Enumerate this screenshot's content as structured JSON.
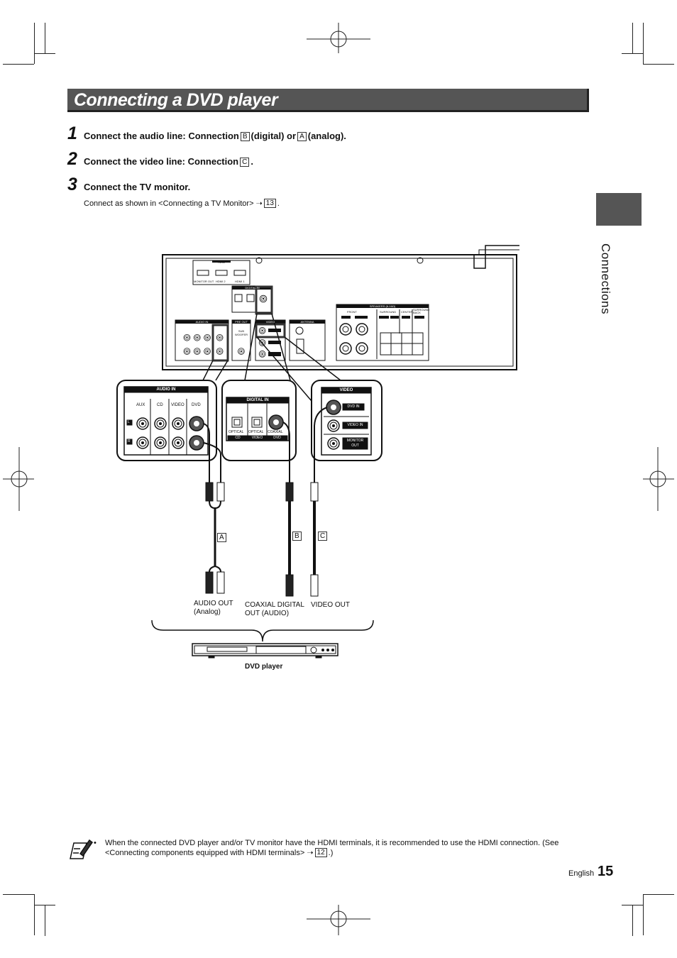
{
  "page": {
    "title": "Connecting a DVD player",
    "section_tab": "Connections",
    "footer_language": "English",
    "page_number": "15"
  },
  "steps": [
    {
      "num": "1",
      "text_a": "Connect the audio line: Connection",
      "ref_b": "B",
      "text_b": "(digital) or",
      "ref_a": "A",
      "text_c": "(analog)."
    },
    {
      "num": "2",
      "text_a": "Connect the video line: Connection",
      "ref_c": "C",
      "text_b": "."
    },
    {
      "num": "3",
      "text_a": "Connect the TV monitor.",
      "sub_a": "Connect as shown in <Connecting a TV Monitor>",
      "sub_ref": "13",
      "sub_end": "."
    }
  ],
  "diagram": {
    "receiver": {
      "hdmi": "HDMI",
      "monitor_out": "MONITOR OUT",
      "hdmi2": "HDMI 2",
      "hdmi1": "HDMI 1",
      "digital_in": "DIGITAL IN",
      "audio_in": "AUDIO IN",
      "pre_out": "PRE OUT",
      "sub_woofer": "SUB WOOFER",
      "video": "VIDEO",
      "antenna": "ANTENNA",
      "speakers": "SPEAKERS (6-16Ω)",
      "front": "FRONT",
      "surround": "SURROUND",
      "center": "CENTER",
      "surround_back": "SURROUND BACK"
    },
    "zoom_audio": {
      "header": "AUDIO IN",
      "cols": [
        "AUX",
        "CD",
        "VIDEO",
        "DVD"
      ],
      "row_l": "L",
      "row_r": "R"
    },
    "zoom_digital": {
      "header": "DIGITAL IN",
      "cols": [
        "OPTICAL",
        "OPTICAL",
        "COAXIAL"
      ],
      "subs": [
        "CD",
        "VIDEO",
        "DVD"
      ]
    },
    "zoom_video": {
      "header": "VIDEO",
      "jacks": [
        "DVD IN",
        "VIDEO IN",
        "MONITOR OUT"
      ]
    },
    "refs": [
      "A",
      "B",
      "C"
    ],
    "outputs": {
      "audio_out": "AUDIO OUT",
      "audio_out_sub": "(Analog)",
      "coax": "COAXIAL DIGITAL",
      "coax_sub": "OUT (AUDIO)",
      "video_out": "VIDEO OUT"
    },
    "dvd_player_label": "DVD player"
  },
  "note": {
    "bullet": "•",
    "line1": "When the connected DVD player and/or TV monitor have the HDMI terminals, it is recommended to use the HDMI connection. (See",
    "line2": "<Connecting components equipped with HDMI terminals>",
    "ref": "12",
    "line2_end": ".)"
  }
}
